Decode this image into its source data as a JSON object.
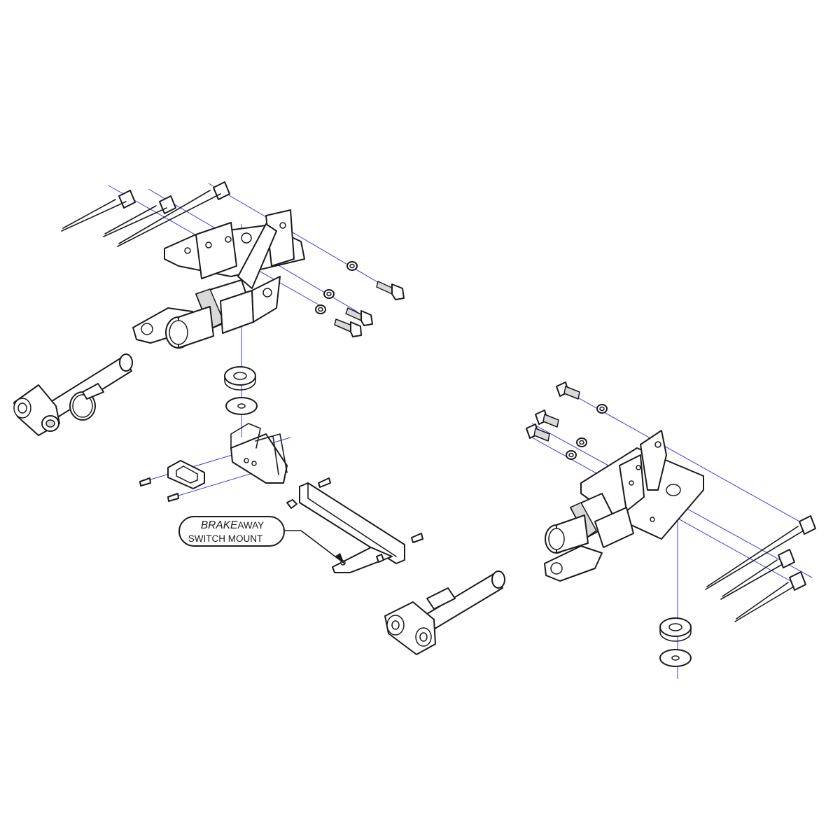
{
  "callout": {
    "line1_italic": "BRAKE",
    "line1_rest": "AWAY",
    "line2": "SWITCH MOUNT"
  },
  "colors": {
    "axis": "#3a3ae0",
    "stroke": "#1a1a1a",
    "shade": "#d9d9d9",
    "background": "#ffffff"
  }
}
